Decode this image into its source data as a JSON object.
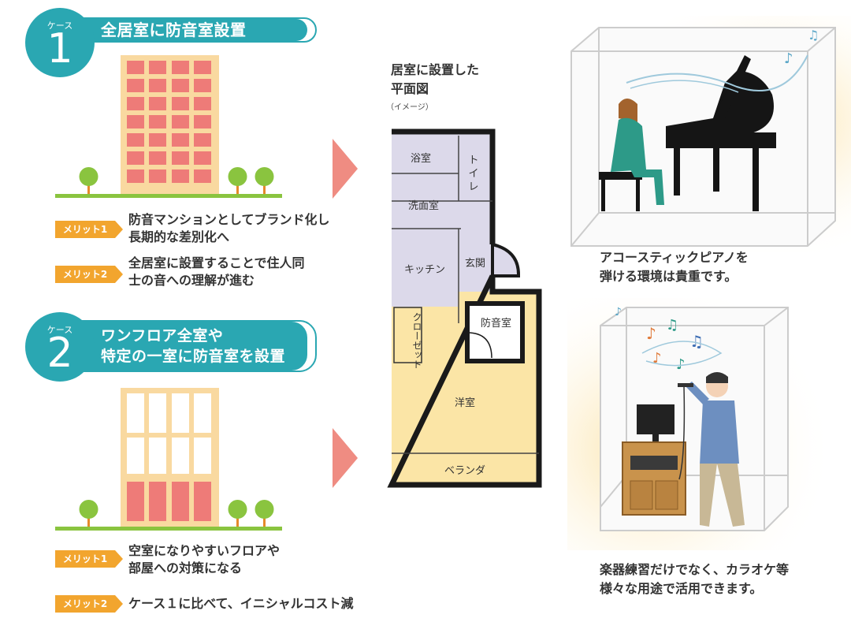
{
  "case1": {
    "label": "ケース",
    "number": "1",
    "title": "全居室に防音室設置",
    "merits": [
      {
        "tag": "メリット1",
        "text_lines": [
          "防音マンションとしてブランド化し",
          "長期的な差別化へ"
        ]
      },
      {
        "tag": "メリット2",
        "text_lines": [
          "全居室に設置することで住人同",
          "士の音への理解が進む"
        ]
      }
    ]
  },
  "case2": {
    "label": "ケース",
    "number": "2",
    "title_lines": [
      "ワンフロア全室や",
      "特定の一室に防音室を設置"
    ],
    "merits": [
      {
        "tag": "メリット1",
        "text_lines": [
          "空室になりやすいフロアや",
          "部屋への対策になる"
        ]
      },
      {
        "tag": "メリット2",
        "text_lines": [
          "ケース１に比べて、イニシャルコスト減"
        ]
      }
    ]
  },
  "floor_plan": {
    "title_lines": [
      "居室に設置した",
      "平面図"
    ],
    "note": "（イメージ）",
    "rooms": {
      "bath": "浴室",
      "toilet": "トイレ",
      "washroom": "洗面室",
      "kitchen": "キッチン",
      "entrance": "玄関",
      "closet": "クローゼット",
      "soundproof": "防音室",
      "western": "洋室",
      "veranda": "ベランダ"
    }
  },
  "captions": {
    "piano_lines": [
      "アコースティックピアノを",
      "弾ける環境は貴重です。"
    ],
    "karaoke_lines": [
      "楽器練習だけでなく、カラオケ等",
      "様々な用途で活用できます。"
    ]
  },
  "colors": {
    "teal": "#2aa7b2",
    "orange": "#f2a52e",
    "salmon": "#ef8c82",
    "building": "#f9d9a0",
    "window": "#ee7b78",
    "lavender": "#dcd9ea",
    "cream": "#fbe5a6",
    "green": "#8ac43f"
  }
}
